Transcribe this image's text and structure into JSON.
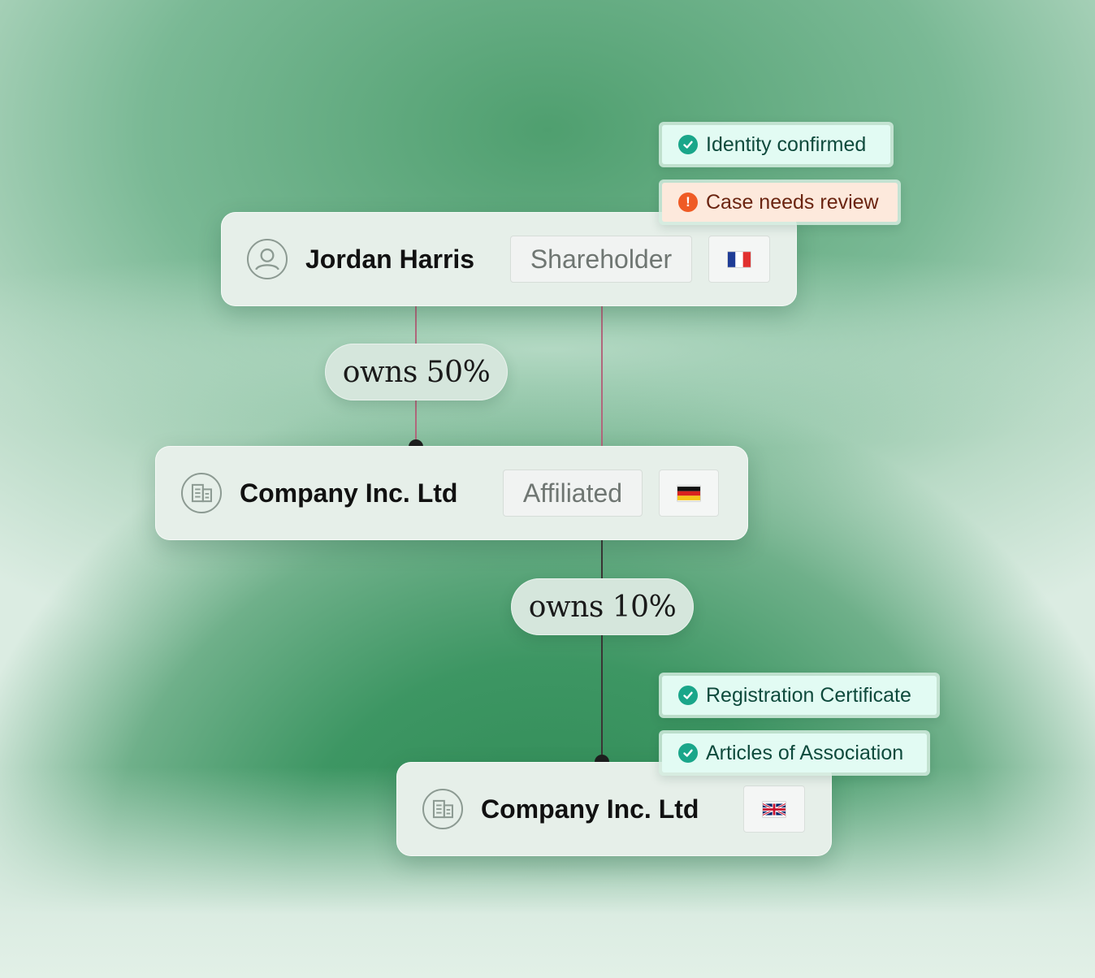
{
  "colors": {
    "success": "#1aa68a",
    "warning": "#ef5b25",
    "connector_pink": "#b0687c",
    "connector_dark": "#222222"
  },
  "nodes": [
    {
      "name": "Jordan Harris",
      "icon": "person-icon",
      "role": "Shareholder",
      "country_flag": "france-flag-icon",
      "badges": [
        {
          "label": "Identity confirmed",
          "status": "success",
          "icon": "check-circle-icon"
        },
        {
          "label": "Case needs review",
          "status": "warning",
          "icon": "exclamation-circle-icon"
        }
      ]
    },
    {
      "name": "Company Inc. Ltd",
      "icon": "building-icon",
      "role": "Affiliated",
      "country_flag": "germany-flag-icon"
    },
    {
      "name": "Company Inc. Ltd",
      "icon": "building-icon",
      "country_flag": "uk-flag-icon",
      "badges": [
        {
          "label": "Registration Certificate",
          "status": "success",
          "icon": "check-circle-icon"
        },
        {
          "label": "Articles of Association",
          "status": "success",
          "icon": "check-circle-icon"
        }
      ]
    }
  ],
  "edges": [
    {
      "label": "owns 50%"
    },
    {
      "label": "owns 10%"
    }
  ]
}
